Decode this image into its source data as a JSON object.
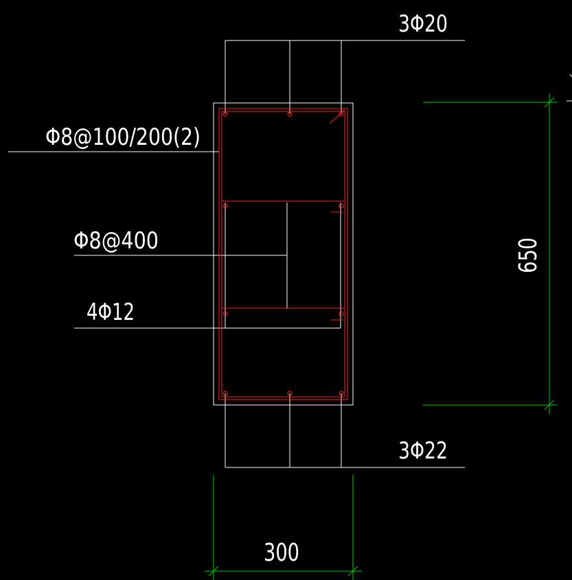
{
  "colors": {
    "background": "#000000",
    "outline": "#ffffff",
    "rebar": "#ff2020",
    "dimension": "#00cc00"
  },
  "labels": {
    "top_bars": "3Φ20",
    "stirrups": "Φ8@100/200(2)",
    "tie_bars": "Φ8@400",
    "side_bars": "4Φ12",
    "bottom_bars": "3Φ22"
  },
  "dimensions": {
    "height": "650",
    "width": "300"
  }
}
